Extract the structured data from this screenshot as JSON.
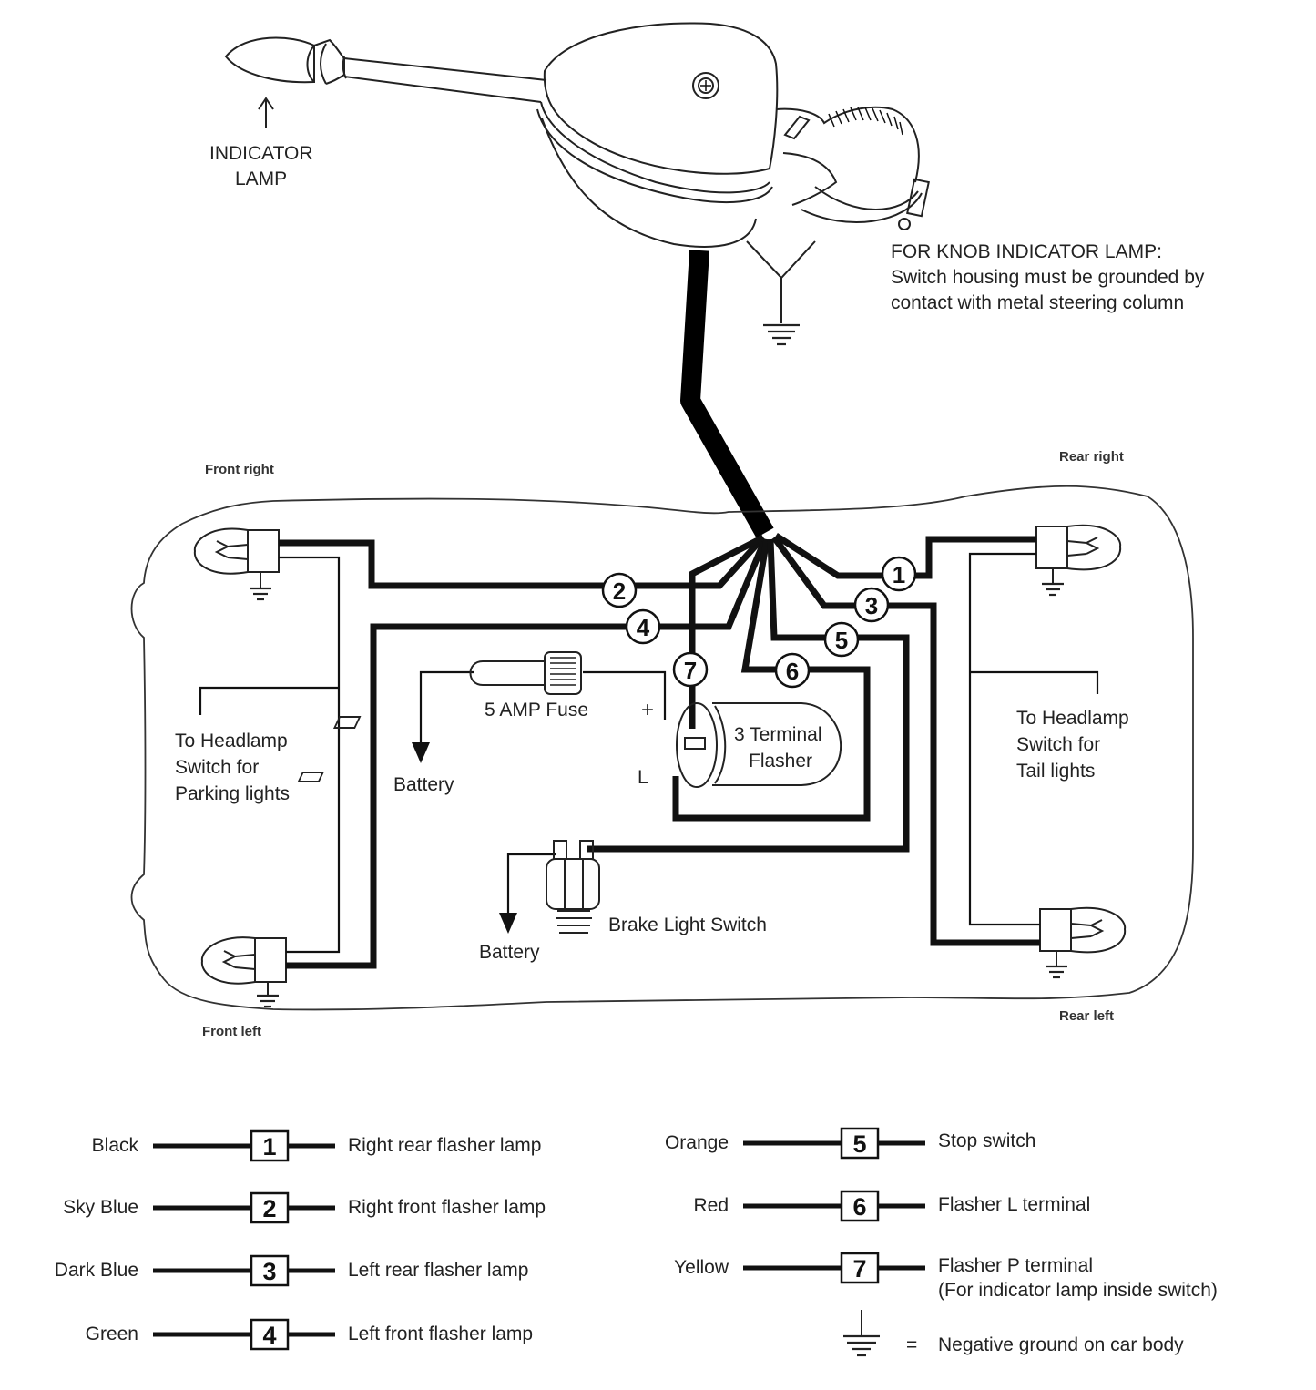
{
  "title": "Turn signal switch wiring diagram",
  "switch": {
    "indicator_label_line1": "INDICATOR",
    "indicator_label_line2": "LAMP",
    "note_line1": "FOR KNOB INDICATOR LAMP:",
    "note_line2": "Switch housing must be grounded by",
    "note_line3": "contact with metal steering column"
  },
  "corners": {
    "front_right": "Front right",
    "front_left": "Front left",
    "rear_right": "Rear right",
    "rear_left": "Rear left"
  },
  "headlamp_front": [
    "To Headlamp",
    "Switch for",
    "Parking lights"
  ],
  "headlamp_rear": [
    "To Headlamp",
    "Switch for",
    "Tail lights"
  ],
  "components": {
    "fuse": "5 AMP Fuse",
    "battery1": "Battery",
    "battery2": "Battery",
    "flasher_line1": "3 Terminal",
    "flasher_line2": "Flasher",
    "plus_terminal": "+",
    "l_terminal": "L",
    "brake_switch": "Brake Light Switch"
  },
  "wire_numbers": [
    "1",
    "2",
    "3",
    "4",
    "5",
    "6",
    "7"
  ],
  "legend": {
    "wires": [
      {
        "color": "Black",
        "num": "1",
        "desc": "Right rear flasher lamp"
      },
      {
        "color": "Sky Blue",
        "num": "2",
        "desc": "Right front flasher lamp"
      },
      {
        "color": "Dark Blue",
        "num": "3",
        "desc": "Left rear flasher lamp"
      },
      {
        "color": "Green",
        "num": "4",
        "desc": "Left front flasher lamp"
      },
      {
        "color": "Orange",
        "num": "5",
        "desc": "Stop switch"
      },
      {
        "color": "Red",
        "num": "6",
        "desc": "Flasher L terminal"
      },
      {
        "color": "Yellow",
        "num": "7",
        "desc": "Flasher P terminal",
        "desc2": "(For indicator lamp inside switch)"
      }
    ],
    "ground_eq": "=",
    "ground_desc": "Negative ground on car body"
  }
}
